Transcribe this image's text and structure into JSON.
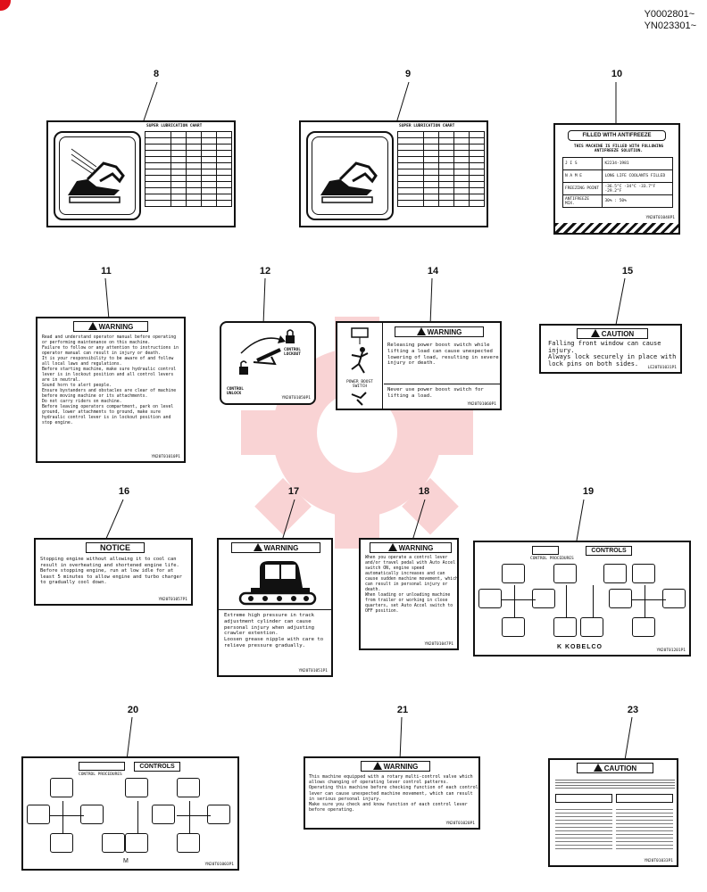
{
  "serials": [
    "Y0002801~",
    "YN023301~"
  ],
  "labels": {
    "n8": "8",
    "n9": "9",
    "n10": "10",
    "n11": "11",
    "n12": "12",
    "n14": "14",
    "n15": "15",
    "n16": "16",
    "n17": "17",
    "n18": "18",
    "n19": "19",
    "n20": "20",
    "n21": "21",
    "n23": "23"
  },
  "l8": {
    "title": "SUPER LUBRICATION CHART"
  },
  "l9": {
    "title": "SUPER LUBRICATION CHART"
  },
  "l10": {
    "title": "FILLED WITH ANTIFREEZE",
    "sub": "THIS MACHINE IS FILLED WITH FOLLOWING ANTIFREEZE SOLUTION.",
    "rows": [
      [
        "J I S",
        "K2234-1981"
      ],
      [
        "N A M E",
        "LONG LIFE COOLANTS FILLED"
      ],
      [
        "FREEZING POINT",
        "-36.5°C -34°C -33.7°F -29.2°F"
      ],
      [
        "ANTIFREEZE MIX.",
        "30% : 50%"
      ]
    ],
    "code": "YN20T01048P1"
  },
  "l11": {
    "header": "WARNING",
    "body": "Read and understand operator manual before operating or performing maintenance on this machine.\nFailure to follow or any attention to instructions in operator manual can result in injury or death.\nIt is your responsibility to be aware of and follow all local laws and regulations.\nBefore starting machine, make sure hydraulic control lever is in lockout position and all control levers are in neutral.\nSound horn to alert people.\nEnsure bystanders and obstacles are clear of machine before moving machine or its attachments.\nDo not carry riders on machine.\nBefore leaving operators compartment, park on level ground, lower attachments to ground, make sure hydraulic control lever is in lockout position and stop engine.",
    "code": "YN20T01010P1"
  },
  "l12": {
    "lockout": "CONTROL LOCKOUT",
    "unlock": "CONTROL UNLOCK",
    "code": "YN20T01050P1"
  },
  "l14": {
    "header": "WARNING",
    "top": "Releasing power boost switch while lifting a load can cause unexpected lowering of load, resulting in severe injury or death.",
    "bottom": "Never use power boost switch for lifting a load.",
    "switch": "POWER BOOST SWITCH",
    "code": "YN20T01060P1"
  },
  "l15": {
    "header": "CAUTION",
    "body": "Falling front window can cause injury.\nAlways lock securely in place with lock pins on both sides.",
    "code": "LE20T01031P1"
  },
  "l16": {
    "header": "NOTICE",
    "body": "Stopping engine without allowing it to cool can result in overheating and shortened engine life.\nBefore stopping engine, run at low idle for at least 5 minutes to allow engine and turbo charger to gradually cool down.",
    "code": "YN20T01057P1"
  },
  "l17": {
    "header": "WARNING",
    "body": "Extreme high pressure in track adjustment cylinder can cause personal injury when adjusting crawler extention.\nLoosen grease nipple with care to relieve pressure gradually.",
    "code": "YN20T01051P1"
  },
  "l18": {
    "header": "WARNING",
    "body": "When you operate a control lever and/or travel pedal with Auto Accel switch ON, engine speed automatically increases and can cause sudden machine movement, which can result in personal injury or death.\nWhen loading or unloading machine from trailer or working in close quarters, set Auto Accel switch to OFF position.",
    "code": "YN20T01047P1"
  },
  "l19": {
    "header": "CONTROLS",
    "sub": "CONTROL PROCEDURES",
    "brand": "K KOBELCO",
    "code": "YN20T01201P1"
  },
  "l20": {
    "header": "CONTROLS",
    "sub": "CONTROL PROCEDURES",
    "brand": "M",
    "code": "YN20T01003P1"
  },
  "l21": {
    "header": "WARNING",
    "body": "This machine equipped with a rotary multi-control valve which allows changing of operating lever control patterns.\nOperating this machine before checking function of each control lever can cause unexpected machine movement, which can result in serious personal injury.\nMake sure you check and know function of each control lever before operating.",
    "code": "YN20T01020P1"
  },
  "l23": {
    "header": "CAUTION",
    "code": "YN20T01033P1"
  },
  "colors": {
    "mark": "#e0101a",
    "ink": "#111111"
  }
}
